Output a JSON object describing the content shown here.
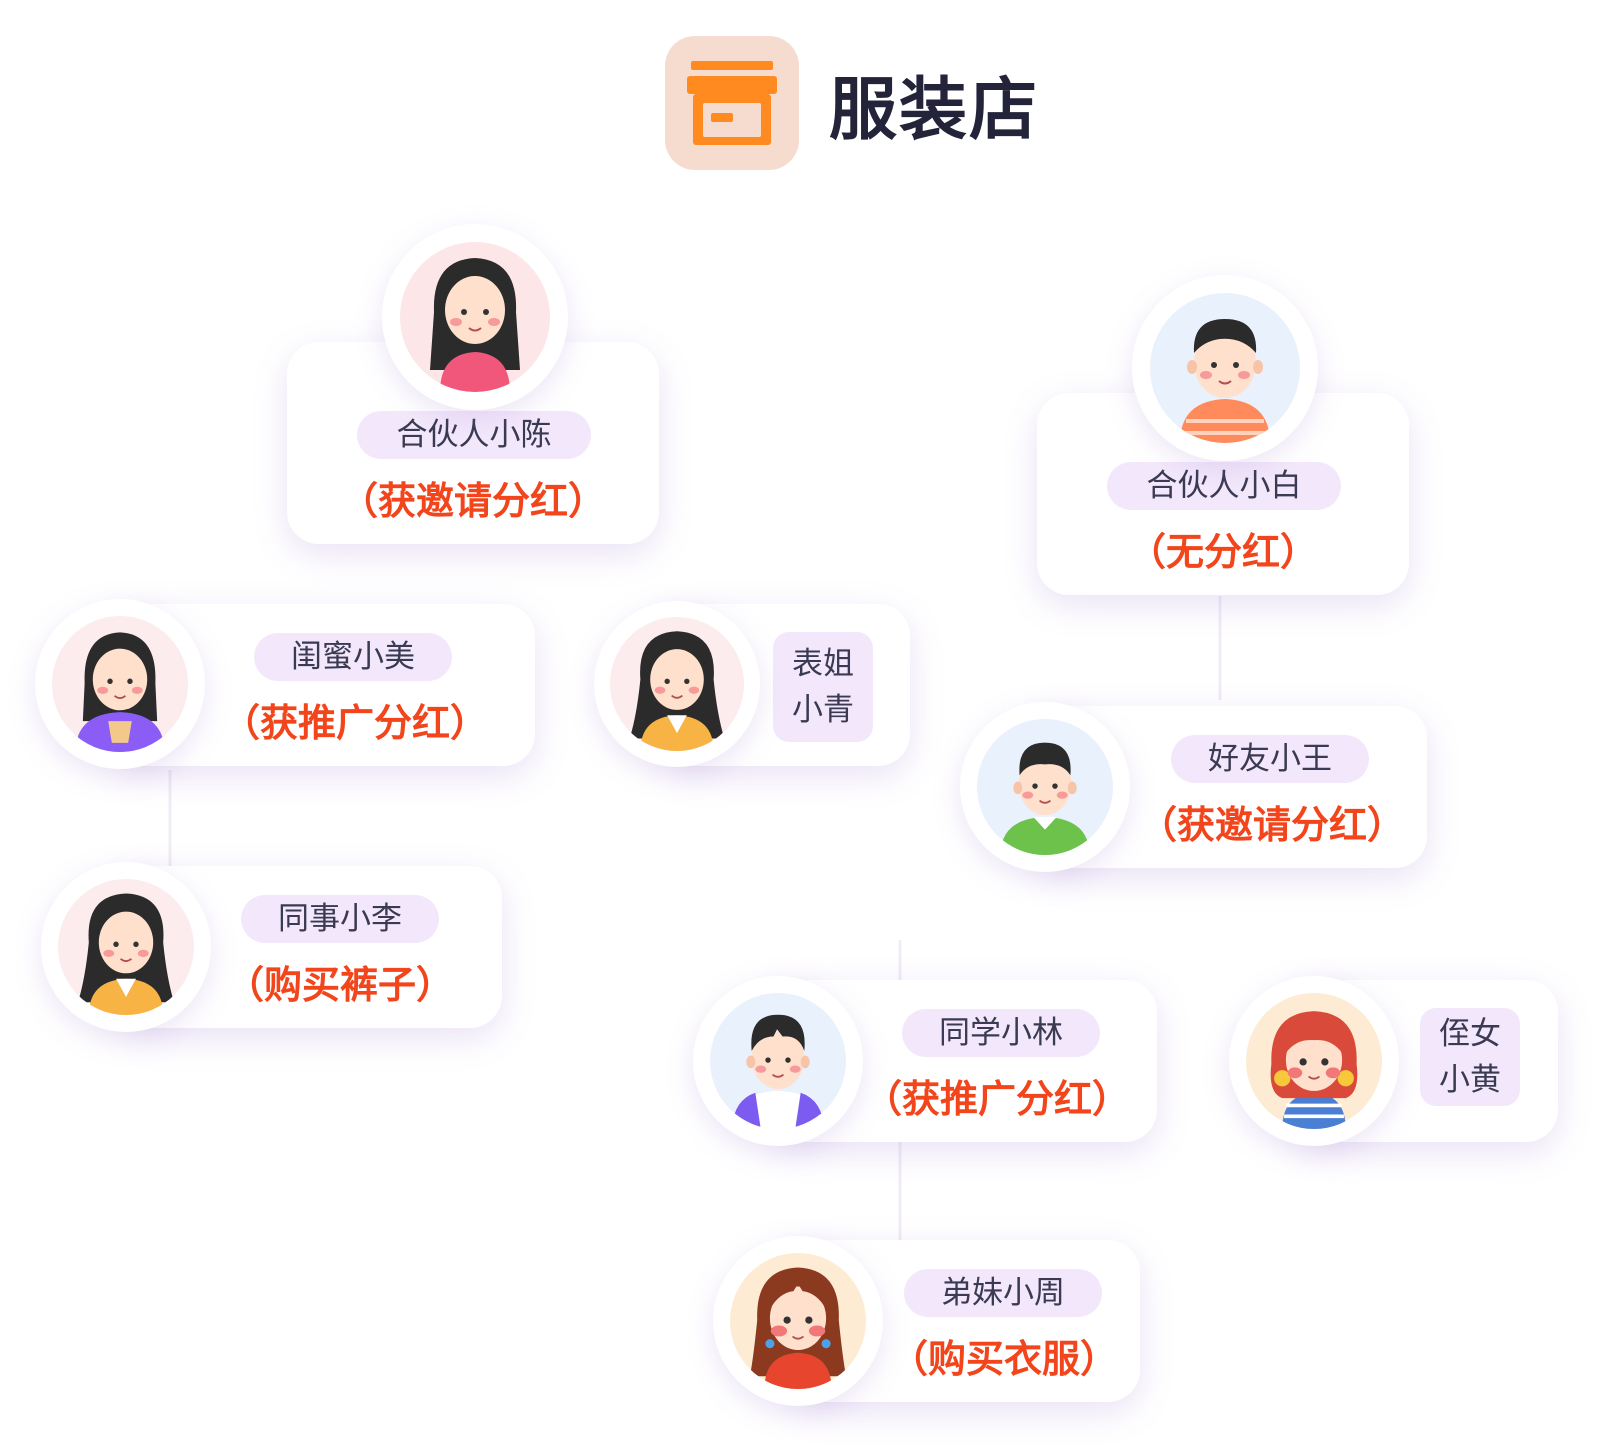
{
  "store": {
    "title": "服装店",
    "icon": "store-icon"
  },
  "people": {
    "chen": {
      "name": "合伙人小陈",
      "reward": "（获邀请分红）"
    },
    "bai": {
      "name": "合伙人小白",
      "reward": "（无分红）"
    },
    "mei": {
      "name": "闺蜜小美",
      "reward": "（获推广分红）"
    },
    "qing": {
      "name_line1": "表姐",
      "name_line2": "小青"
    },
    "wang": {
      "name": "好友小王",
      "reward": "（获邀请分红）"
    },
    "li": {
      "name": "同事小李",
      "reward": "（购买裤子）"
    },
    "lin": {
      "name": "同学小林",
      "reward": "（获推广分红）"
    },
    "huang": {
      "name_line1": "侄女",
      "name_line2": "小黄"
    },
    "zhou": {
      "name": "弟妹小周",
      "reward": "（购买衣服）"
    }
  },
  "colors": {
    "accent": "#f2451c",
    "pill": "#f3e8fb",
    "store_icon": "#ff8a1f"
  }
}
